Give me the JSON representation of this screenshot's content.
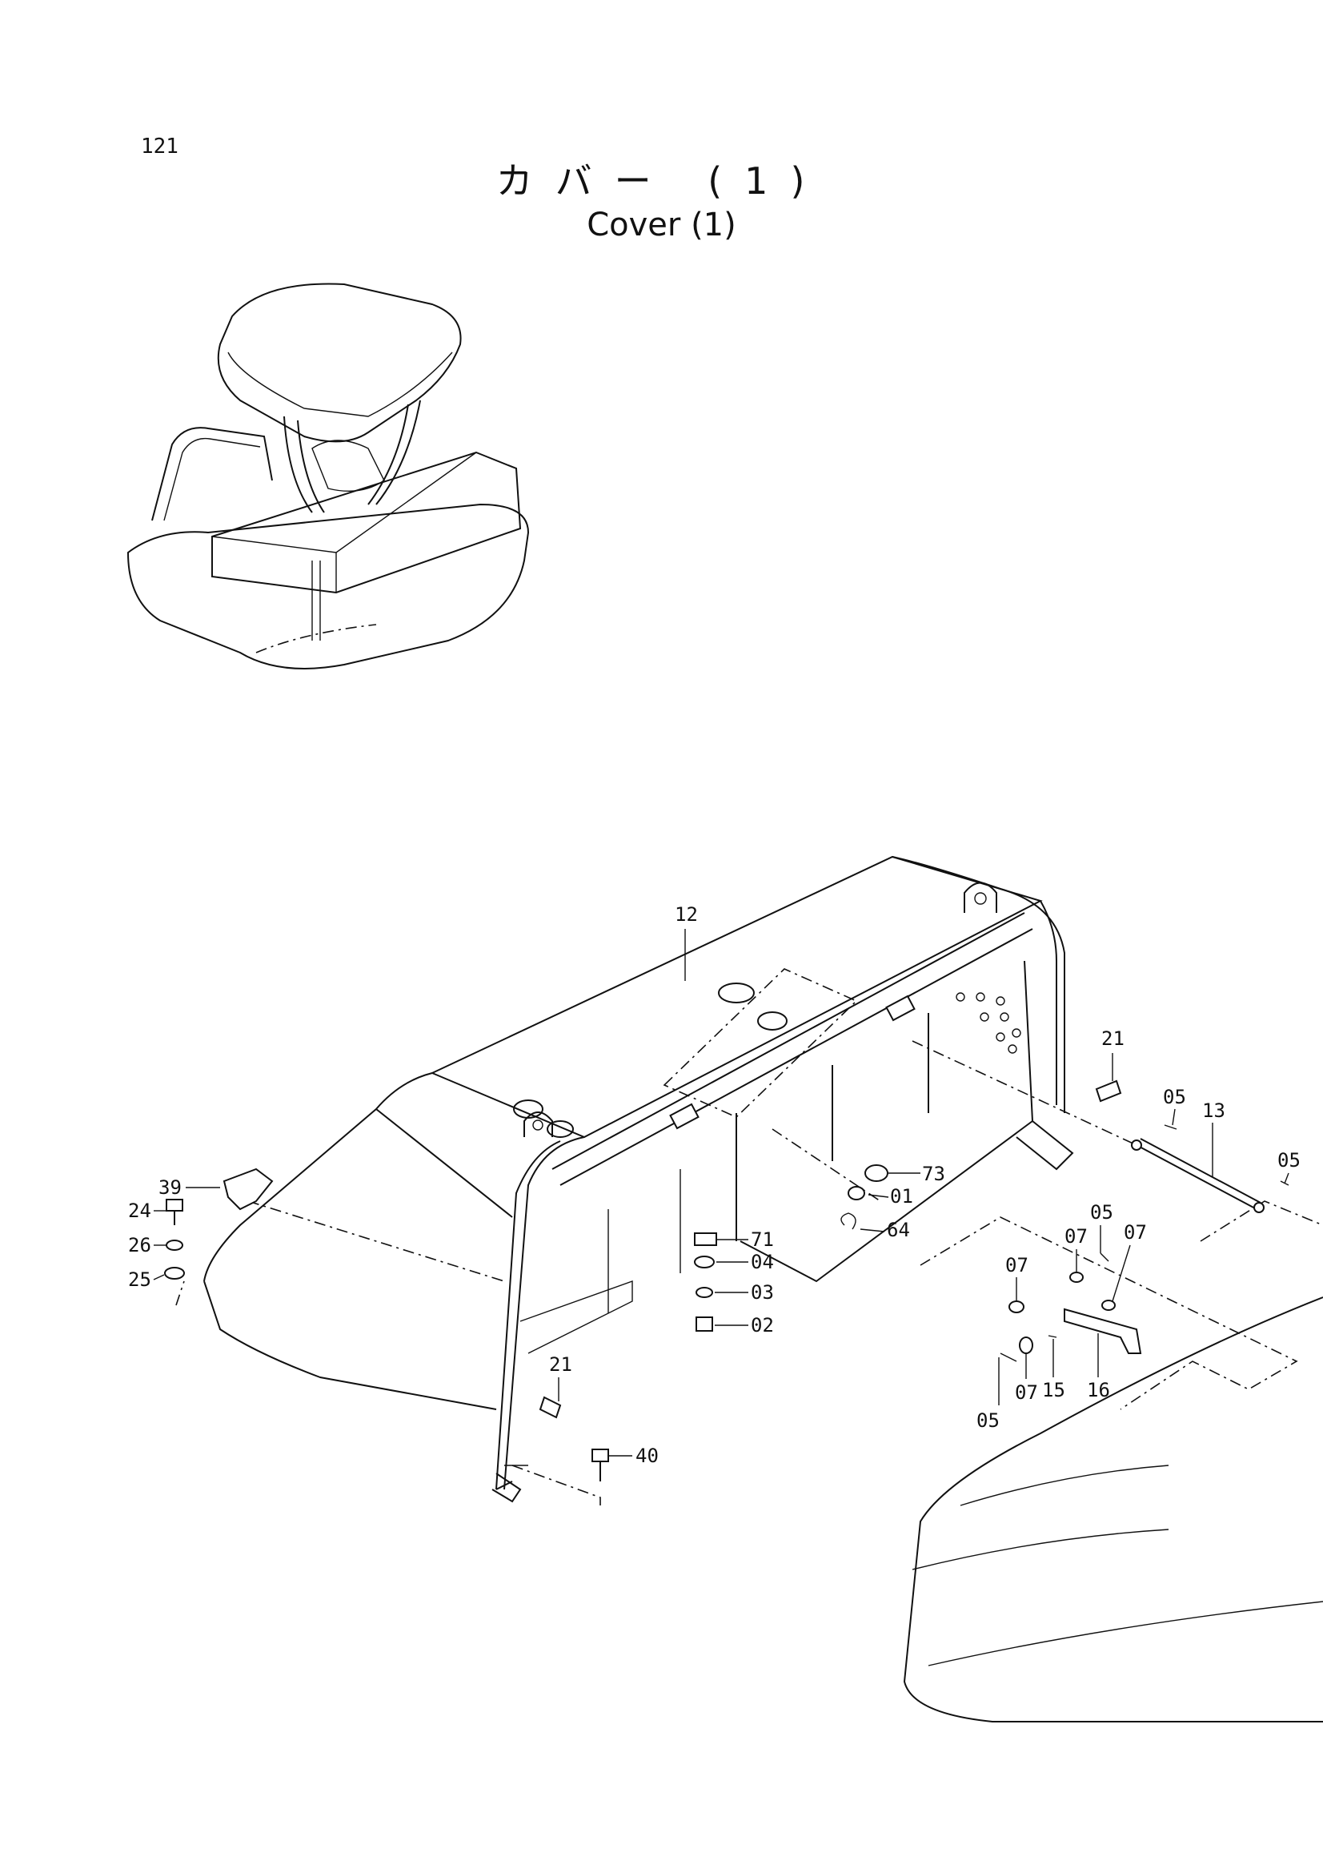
{
  "page": {
    "number": "121"
  },
  "title": {
    "japanese": "カバー (1)",
    "english": "Cover (1)"
  },
  "callouts": [
    {
      "id": "12"
    },
    {
      "id": "21"
    },
    {
      "id": "05"
    },
    {
      "id": "13"
    },
    {
      "id": "05"
    },
    {
      "id": "73"
    },
    {
      "id": "01"
    },
    {
      "id": "64"
    },
    {
      "id": "71"
    },
    {
      "id": "04"
    },
    {
      "id": "03"
    },
    {
      "id": "02"
    },
    {
      "id": "39"
    },
    {
      "id": "24"
    },
    {
      "id": "26"
    },
    {
      "id": "25"
    },
    {
      "id": "07"
    },
    {
      "id": "05"
    },
    {
      "id": "07"
    },
    {
      "id": "07"
    },
    {
      "id": "07"
    },
    {
      "id": "05"
    },
    {
      "id": "15"
    },
    {
      "id": "16"
    },
    {
      "id": "21"
    },
    {
      "id": "40"
    }
  ]
}
